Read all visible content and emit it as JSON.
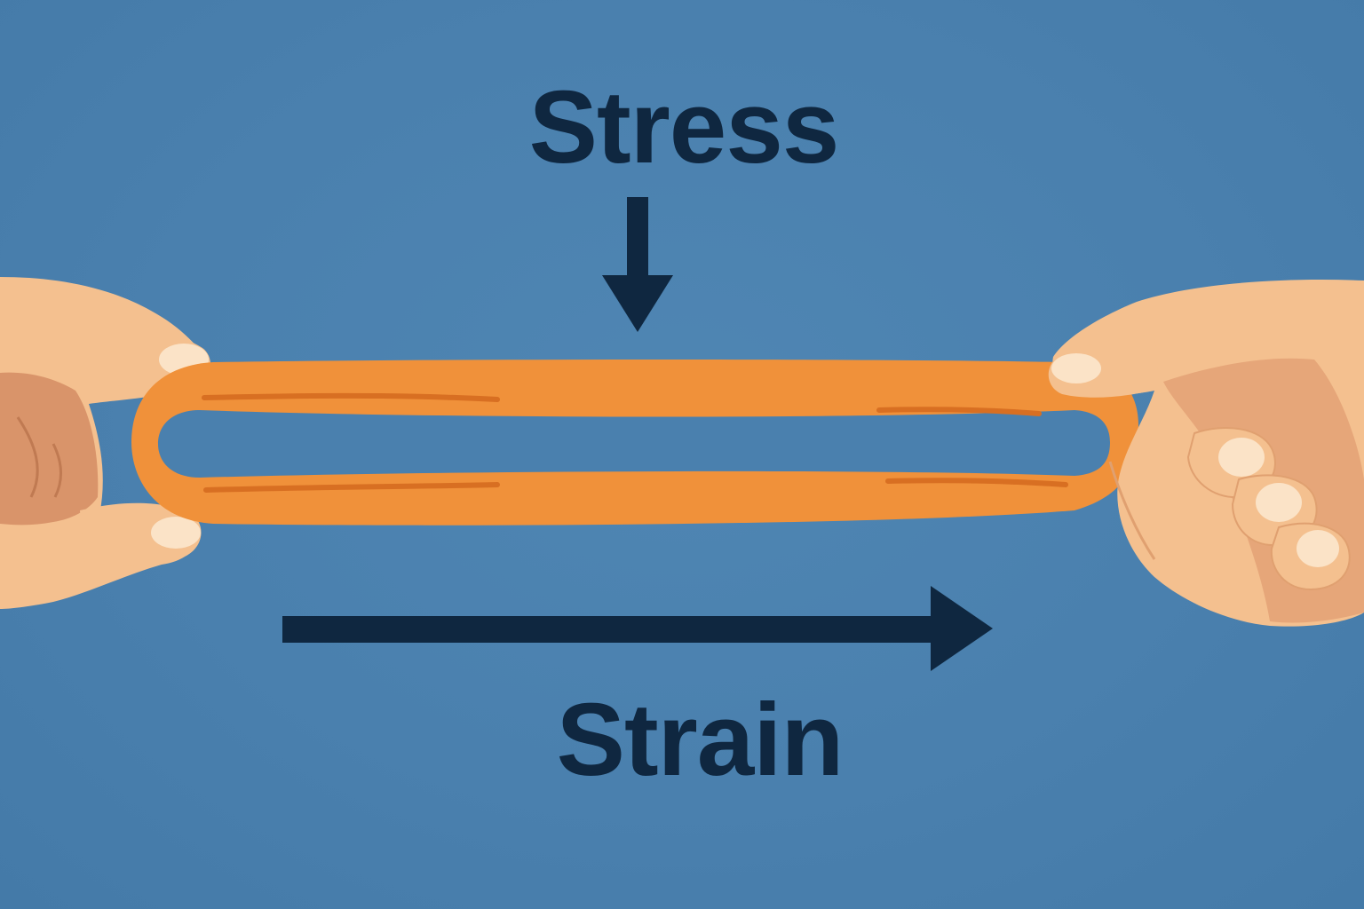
{
  "labels": {
    "stress": "Stress",
    "strain": "Strain"
  },
  "colors": {
    "background": "#4a80ae",
    "text": "#0f2740",
    "arrow": "#0f2740",
    "band": "#f0913a",
    "band_shadow": "#d86f22",
    "skin": "#f4c08f",
    "skin_shadow": "#d9946a",
    "nail": "#fbe3c7"
  },
  "icons": {
    "stress_arrow": "arrow-down-icon",
    "strain_arrow": "arrow-right-icon",
    "band": "rubber-band",
    "left_hand": "left-hand",
    "right_hand": "right-hand"
  }
}
